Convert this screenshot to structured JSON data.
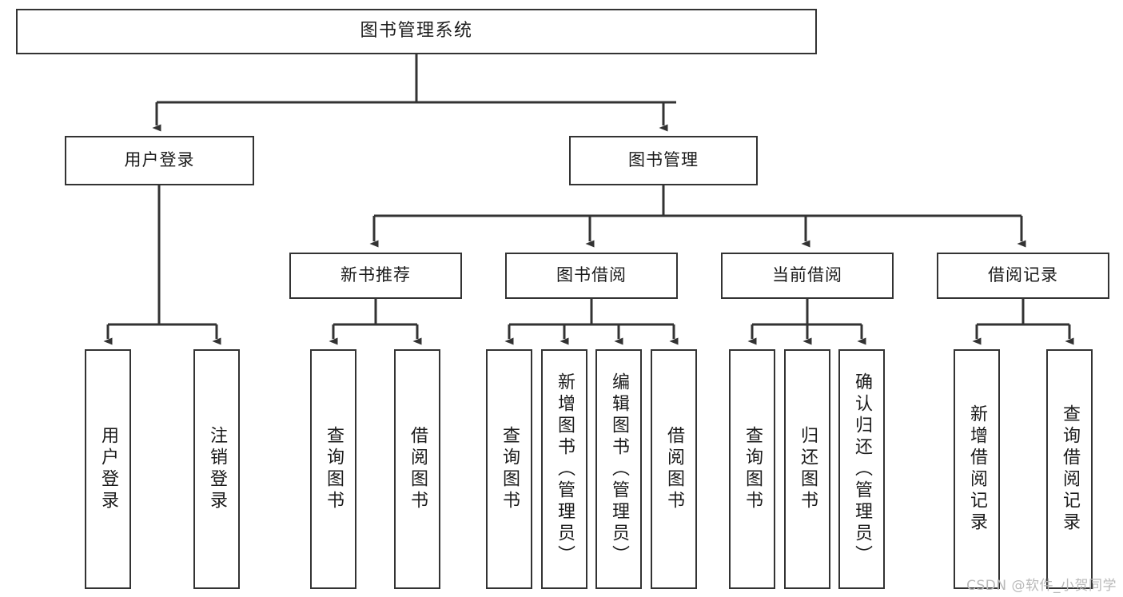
{
  "diagram": {
    "type": "tree",
    "title": "图书管理系统",
    "watermark": "CSDN @软件_小贺同学",
    "colors": {
      "box_border": "#333333",
      "box_fill": "#ffffff",
      "edge": "#333333",
      "text": "#1b1b1b",
      "watermark": "#b9b9b9"
    },
    "nodes": {
      "root": {
        "label": "图书管理系统"
      },
      "tier2": [
        {
          "id": "user_login",
          "label": "用户登录"
        },
        {
          "id": "book_mgmt",
          "label": "图书管理"
        }
      ],
      "tier3": [
        {
          "id": "new_book_rec",
          "label": "新书推荐"
        },
        {
          "id": "book_borrow",
          "label": "图书借阅"
        },
        {
          "id": "current_borrow",
          "label": "当前借阅"
        },
        {
          "id": "borrow_record",
          "label": "借阅记录"
        }
      ],
      "leaves": {
        "user_login": [
          {
            "id": "leaf_user_login",
            "label": "用户登录"
          },
          {
            "id": "leaf_logout",
            "label": "注销登录"
          }
        ],
        "new_book_rec": [
          {
            "id": "leaf_query_book_1",
            "label": "查询图书"
          },
          {
            "id": "leaf_borrow_book_1",
            "label": "借阅图书"
          }
        ],
        "book_borrow": [
          {
            "id": "leaf_query_book_2",
            "label": "查询图书"
          },
          {
            "id": "leaf_add_book",
            "label": "新增图书（管理员）"
          },
          {
            "id": "leaf_edit_book",
            "label": "编辑图书（管理员）"
          },
          {
            "id": "leaf_borrow_book_2",
            "label": "借阅图书"
          }
        ],
        "current_borrow": [
          {
            "id": "leaf_query_book_3",
            "label": "查询图书"
          },
          {
            "id": "leaf_return_book",
            "label": "归还图书"
          },
          {
            "id": "leaf_confirm_return",
            "label": "确认归还（管理员）"
          }
        ],
        "borrow_record": [
          {
            "id": "leaf_add_record",
            "label": "新增借阅记录"
          },
          {
            "id": "leaf_query_record",
            "label": "查询借阅记录"
          }
        ]
      }
    },
    "edges": [
      {
        "from": "图书管理系统",
        "to": "用户登录"
      },
      {
        "from": "图书管理系统",
        "to": "图书管理"
      },
      {
        "from": "用户登录",
        "to": "用户登录"
      },
      {
        "from": "用户登录",
        "to": "注销登录"
      },
      {
        "from": "图书管理",
        "to": "新书推荐"
      },
      {
        "from": "图书管理",
        "to": "图书借阅"
      },
      {
        "from": "图书管理",
        "to": "当前借阅"
      },
      {
        "from": "图书管理",
        "to": "借阅记录"
      },
      {
        "from": "新书推荐",
        "to": "查询图书"
      },
      {
        "from": "新书推荐",
        "to": "借阅图书"
      },
      {
        "from": "图书借阅",
        "to": "查询图书"
      },
      {
        "from": "图书借阅",
        "to": "新增图书（管理员）"
      },
      {
        "from": "图书借阅",
        "to": "编辑图书（管理员）"
      },
      {
        "from": "图书借阅",
        "to": "借阅图书"
      },
      {
        "from": "当前借阅",
        "to": "查询图书"
      },
      {
        "from": "当前借阅",
        "to": "归还图书"
      },
      {
        "from": "当前借阅",
        "to": "确认归还（管理员）"
      },
      {
        "from": "借阅记录",
        "to": "新增借阅记录"
      },
      {
        "from": "借阅记录",
        "to": "查询借阅记录"
      }
    ]
  }
}
